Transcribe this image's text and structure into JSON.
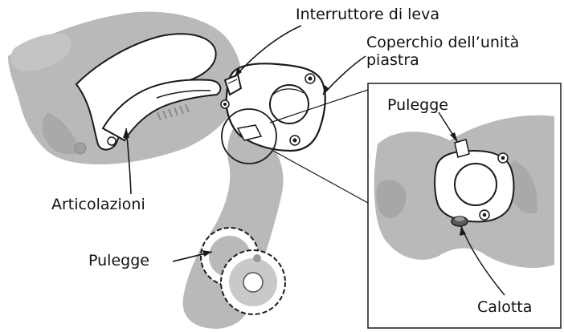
{
  "diagram": {
    "labels": {
      "lever_switch": "Interruttore di leva",
      "plate_unit_cover": "Coperchio dell’unità piastra",
      "linkages": "Articolazioni",
      "pulleys_main": "Pulegge",
      "pulleys_detail": "Pulegge",
      "cap": "Calotta"
    },
    "colors": {
      "part_gray": "#b9b9b9",
      "part_dark": "#9a9a9a",
      "outline": "#1a1a1a",
      "background": "#ffffff"
    }
  }
}
